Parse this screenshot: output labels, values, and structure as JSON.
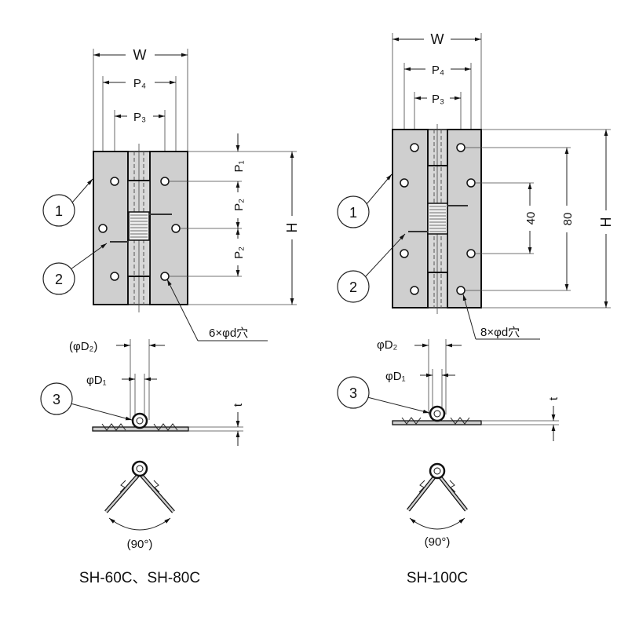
{
  "left": {
    "dims": {
      "w": "W",
      "p4": "P₄",
      "p3": "P₃",
      "p1": "P₁",
      "p2a": "P₂",
      "p2b": "P₂",
      "h": "H",
      "d2": "(φD₂)",
      "d1": "φD₁",
      "t": "t"
    },
    "holes_note": "6×φd穴",
    "callouts": [
      "1",
      "2",
      "3"
    ],
    "angle": "(90°)",
    "model": "SH-60C、SH-80C"
  },
  "right": {
    "dims": {
      "w": "W",
      "p4": "P₄",
      "p3": "P₃",
      "d40": "40",
      "d80": "80",
      "h": "H",
      "d2": "φD₂",
      "d1": "φD₁",
      "t": "t"
    },
    "holes_note": "8×φd穴",
    "callouts": [
      "1",
      "2",
      "3"
    ],
    "angle": "(90°)",
    "model": "SH-100C"
  }
}
